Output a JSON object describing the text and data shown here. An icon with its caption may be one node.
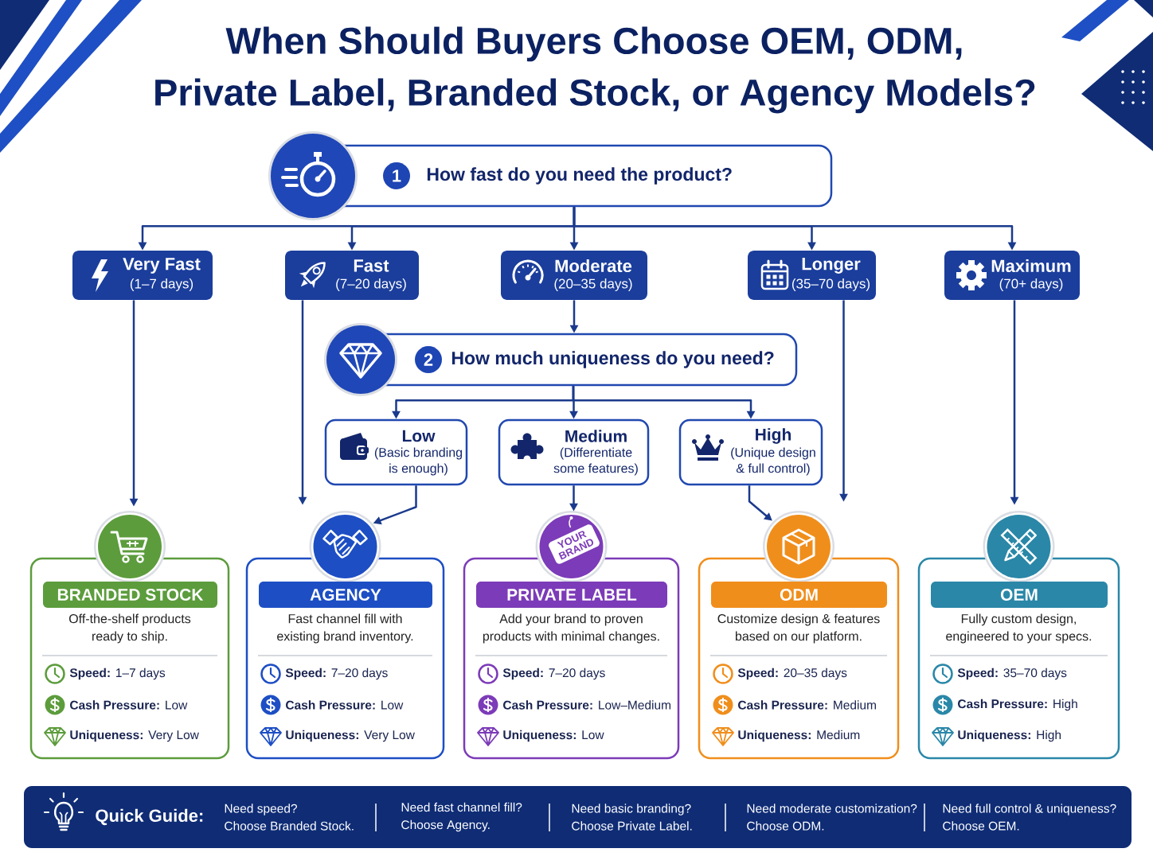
{
  "diagram": {
    "title": "When Should Buyers Choose OEM, ODM, Private Label, Branded Stock, or Agency Models?",
    "nodes": [
      {
        "text": [
          "1",
          "How fast do you need the product?"
        ]
      },
      {
        "text": [
          "Very Fast",
          "(1–7 days)"
        ]
      },
      {
        "text": [
          "Fast",
          "(7–20 days)"
        ]
      },
      {
        "text": [
          "Moderate",
          "(20–35 days)"
        ]
      },
      {
        "text": [
          "Longer",
          "(35–70 days)"
        ]
      },
      {
        "text": [
          "Maximum",
          "(70+ days)"
        ]
      },
      {
        "text": [
          "2",
          "How much uniqueness do you need?"
        ]
      },
      {
        "text": [
          "Low",
          "(Basic branding is enough)"
        ]
      },
      {
        "text": [
          "Medium",
          "(Differentiate some features)"
        ]
      },
      {
        "text": [
          "High",
          "(Unique design & full control)"
        ]
      },
      {
        "text": [
          "BRANDED STOCK",
          "Off-the-shelf products ready to ship.",
          "**Speed:** 1–7 days",
          "**Cash Pressure:** Low",
          "**Uniqueness:** Very Low"
        ]
      },
      {
        "text": [
          "AGENCY",
          "Fast channel fill with existing brand inventory.",
          "**Speed:** 7–20 days",
          "**Cash Pressure:** Low",
          "**Uniqueness:** Very Low"
        ]
      },
      {
        "text": [
          "PRIVATE LABEL",
          "Add your brand to proven products with minimal changes.",
          "**Speed:** 7–20 days",
          "**Cash Pressure:** Low–Medium",
          "**Uniqueness:** Low"
        ]
      },
      {
        "text": [
          "ODM",
          "Customize design & features based on our platform.",
          "**Speed:** 20–35 days",
          "**Cash Pressure:** Medium",
          "**Uniqueness:** Medium"
        ]
      },
      {
        "text": [
          "OEM",
          "Fully custom design, engineered to your specs.",
          "**Speed:** 35–70 days",
          "**Cash Pressure:** High",
          "**Uniqueness:** High"
        ]
      },
      {
        "text": [
          "Quick Guide:",
          "Need speed? Choose Branded Stock.",
          "Need fast channel fill? Choose Agency.",
          "Need basic branding? Choose Private Label.",
          "Need moderate customization? Choose ODM.",
          "Need full control & uniqueness? Choose OEM."
        ]
      }
    ],
    "edges": [
      {
        "from": 0,
        "to": 1,
        "arrow": "to"
      },
      {
        "from": 0,
        "to": 2,
        "arrow": "to"
      },
      {
        "from": 0,
        "to": 3,
        "arrow": "to"
      },
      {
        "from": 0,
        "to": 4,
        "arrow": "to"
      },
      {
        "from": 0,
        "to": 5,
        "arrow": "to"
      },
      {
        "from": 1,
        "to": 10,
        "arrow": "to"
      },
      {
        "from": 2,
        "to": 11,
        "arrow": "to"
      },
      {
        "from": 3,
        "to": 6,
        "arrow": "to"
      },
      {
        "from": 4,
        "to": 13,
        "arrow": "to"
      },
      {
        "from": 5,
        "to": 14,
        "arrow": "to"
      },
      {
        "from": 6,
        "to": 7,
        "arrow": "to"
      },
      {
        "from": 6,
        "to": 8,
        "arrow": "to"
      },
      {
        "from": 6,
        "to": 9,
        "arrow": "to"
      },
      {
        "from": 7,
        "to": 11,
        "arrow": "to"
      },
      {
        "from": 8,
        "to": 12,
        "arrow": "to"
      },
      {
        "from": 9,
        "to": 13,
        "arrow": "to"
      }
    ],
    "labels": [
      "YOUR BRAND"
    ]
  }
}
